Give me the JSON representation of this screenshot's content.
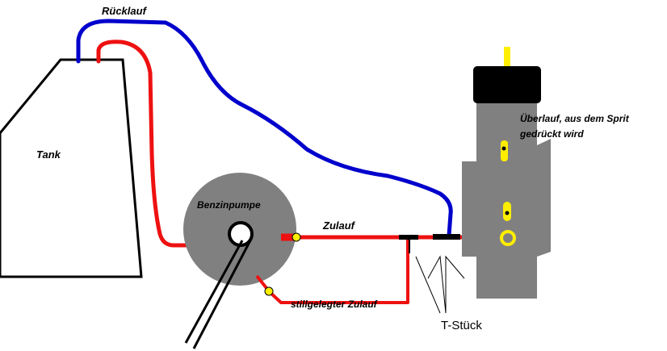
{
  "labels": {
    "ruecklauf": "Rücklauf",
    "tank": "Tank",
    "benzinpumpe": "Benzinpumpe",
    "zulauf": "Zulauf",
    "ueberlauf_line1": "Überlauf, aus dem Sprit",
    "ueberlauf_line2": "gedrückt wird",
    "stillgelegter_zulauf": "stillgelegter Zulauf",
    "t_stueck": "T-Stück"
  },
  "colors": {
    "return_line": "#0000cc",
    "feed_line": "#ee1111",
    "tank_outline": "#000000",
    "pump_body": "#808080",
    "carburetor_body": "#808080",
    "carburetor_cap": "#000000",
    "fitting": "#ffee00",
    "background": "#ffffff"
  }
}
